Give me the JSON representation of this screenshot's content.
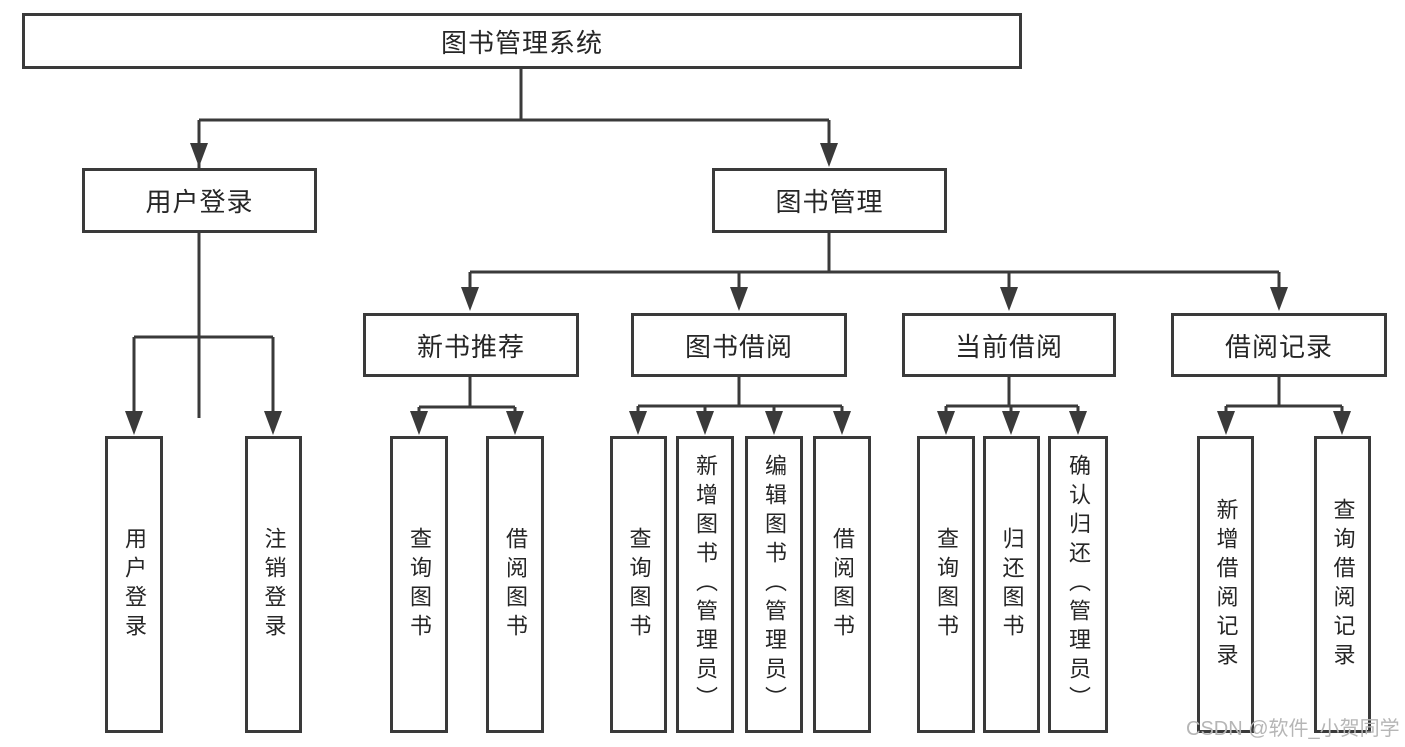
{
  "diagram": {
    "root": {
      "label": "图书管理系统"
    },
    "level2": [
      {
        "label": "用户登录"
      },
      {
        "label": "图书管理"
      }
    ],
    "level3": [
      {
        "label": "新书推荐"
      },
      {
        "label": "图书借阅"
      },
      {
        "label": "当前借阅"
      },
      {
        "label": "借阅记录"
      }
    ],
    "leaves": {
      "user": [
        "用户登录",
        "注销登录"
      ],
      "new_books": [
        "查询图书",
        "借阅图书"
      ],
      "borrow": [
        "查询图书",
        "新增图书（管理员）",
        "编辑图书（管理员）",
        "借阅图书"
      ],
      "current": [
        "查询图书",
        "归还图书",
        "确认归还（管理员）"
      ],
      "records": [
        "新增借阅记录",
        "查询借阅记录"
      ]
    }
  },
  "watermark": {
    "text": "CSDN @软件_小贺同学"
  },
  "colors": {
    "line": "#3a3a3a",
    "text": "#262626",
    "background": "#ffffff",
    "watermark": "#b6b6b6"
  }
}
